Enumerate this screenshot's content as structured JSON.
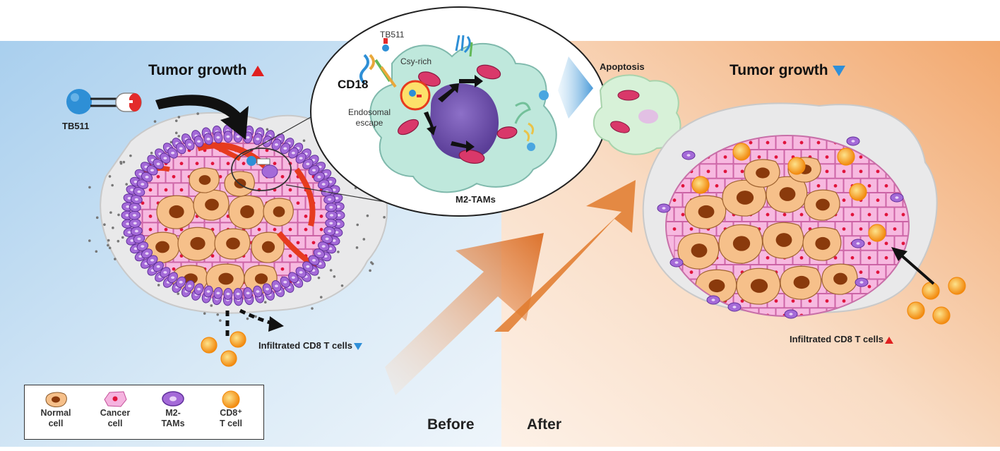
{
  "before": {
    "title": "Tumor growth",
    "drug_label": "TB511",
    "cd8_label": "Infiltrated CD8 T cells",
    "stage_label": "Before"
  },
  "after": {
    "title": "Tumor growth",
    "cd8_label": "Infiltrated CD8 T cells",
    "stage_label": "After",
    "apoptosis_label": "Apoptosis"
  },
  "inset": {
    "drug_label": "TB511",
    "cys_label": "Csy-rich",
    "receptor_label": "CD18",
    "escape_label": "Endosomal escape",
    "cell_label": "M2-TAMs"
  },
  "legend": {
    "items": [
      {
        "label": "Normal cell",
        "icon": "normal-cell-icon"
      },
      {
        "label": "Cancer cell",
        "icon": "cancer-cell-icon"
      },
      {
        "label": "M2-TAMs",
        "icon": "m2-tam-icon"
      },
      {
        "label": "CD8⁺ T cell",
        "icon": "cd8-t-cell-icon"
      }
    ]
  },
  "colors": {
    "before_bg": "#cfe4f4",
    "after_bg": "#f6c9a3",
    "normal_cell": "#f6c08a",
    "normal_nucleus": "#8a3a0c",
    "cancer_cell": "#f5b3df",
    "m2_tam": "#a46ad8",
    "cd8": "#f7a21b",
    "up_marker": "#e02020",
    "down_marker": "#2f8fd8"
  }
}
